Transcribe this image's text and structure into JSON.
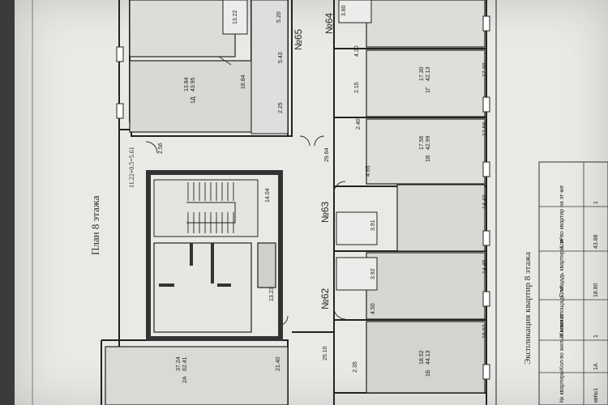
{
  "title": "План 8 этажа",
  "table_title": "Экспликация квартир 8 этажа",
  "dimension_note": "11.22+0.5=5.61",
  "corridor_numbers": [
    "№65",
    "№64",
    "№63",
    "№62"
  ],
  "rooms": [
    {
      "code": "1Д",
      "area": "13.84",
      "total": "43.95"
    },
    {
      "code": "1Г",
      "area": "17.30",
      "total": "42.13"
    },
    {
      "code": "1В",
      "area": "17.56",
      "total": "42.99"
    },
    {
      "code": "1Б",
      "area": "18.52",
      "total": "44.13"
    },
    {
      "code": "2А",
      "area": "37.24",
      "total": "62.41"
    }
  ],
  "dims": [
    "13.22",
    "5.20",
    "5.43",
    "18.84",
    "2.25",
    "3.80",
    "4.20",
    "2.15",
    "17.30",
    "2.40",
    "4.65",
    "17.56",
    "14.43",
    "29.64",
    "14.04",
    "2.56",
    "3.91",
    "3.92",
    "14.45",
    "4.50",
    "18.92",
    "2.35",
    "13.23",
    "21.40",
    "25.10"
  ],
  "table": {
    "headers": [
      "№ квартиры",
      "Кол-во жилых комнат",
      "Жилая площадь, м²",
      "Площадь квартиры, м²",
      "Кол-во квартир на эт-же"
    ],
    "rows": [
      [
        "кв№1",
        "1А",
        "1",
        "18.80",
        "43.88",
        "1"
      ]
    ]
  }
}
